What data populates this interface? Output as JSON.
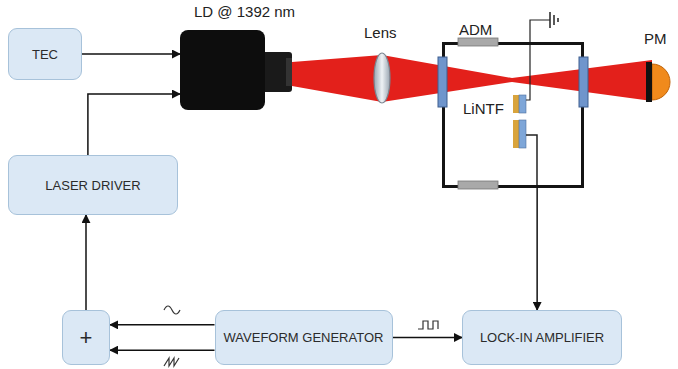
{
  "diagram": {
    "nodes": [
      {
        "text": [
          "TEC"
        ]
      },
      {
        "text": [
          "LD @ 1392 nm"
        ]
      },
      {
        "text": [
          "LASER DRIVER"
        ]
      },
      {
        "text": [
          "ADM",
          "LiNTF"
        ]
      },
      {
        "text": [
          "+"
        ]
      },
      {
        "text": [
          "WAVEFORM GENERATOR"
        ]
      },
      {
        "text": [
          "LOCK-IN AMPLIFIER"
        ]
      }
    ],
    "edges": [
      {
        "from": 0,
        "to": 1,
        "arrow": "to"
      },
      {
        "from": 2,
        "to": 1,
        "arrow": "to"
      },
      {
        "from": 4,
        "to": 2,
        "arrow": "to"
      },
      {
        "from": 5,
        "to": 4,
        "arrow": "to"
      },
      {
        "from": 5,
        "to": 4,
        "arrow": "to"
      },
      {
        "from": 5,
        "to": 6,
        "arrow": "to"
      },
      {
        "from": 3,
        "to": 6,
        "arrow": "to"
      }
    ],
    "labels": [
      "Lens",
      "PM"
    ]
  }
}
